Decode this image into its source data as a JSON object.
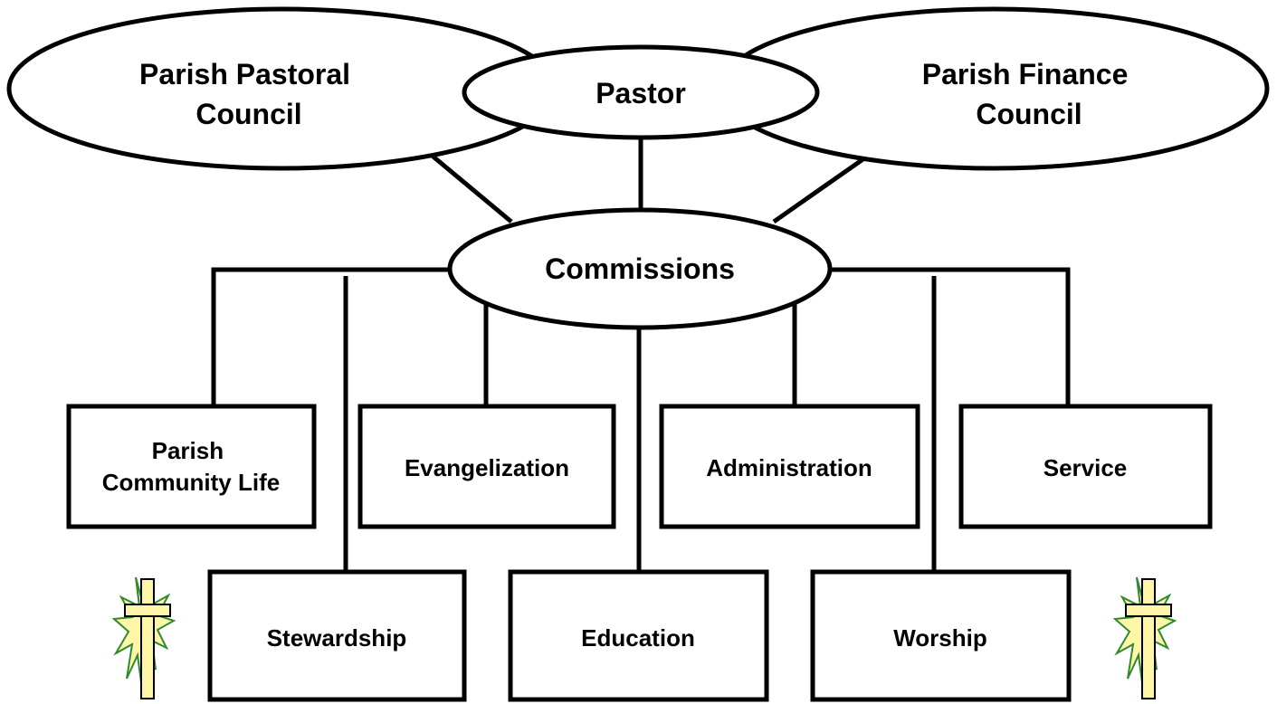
{
  "org_chart": {
    "top_nodes": {
      "pastoral_council": [
        "Parish Pastoral",
        "Council"
      ],
      "pastor": "Pastor",
      "finance_council": [
        "Parish Finance",
        "Council"
      ]
    },
    "hub": "Commissions",
    "commissions_upper": [
      [
        "Parish",
        "Community Life"
      ],
      [
        "Evangelization"
      ],
      [
        "Administration"
      ],
      [
        "Service"
      ]
    ],
    "commissions_lower": [
      "Stewardship",
      "Education",
      "Worship"
    ],
    "decoration": {
      "icon": "cross-icon",
      "cross_color": "#fff6a8",
      "burst_color": "#2e8b2e"
    }
  }
}
